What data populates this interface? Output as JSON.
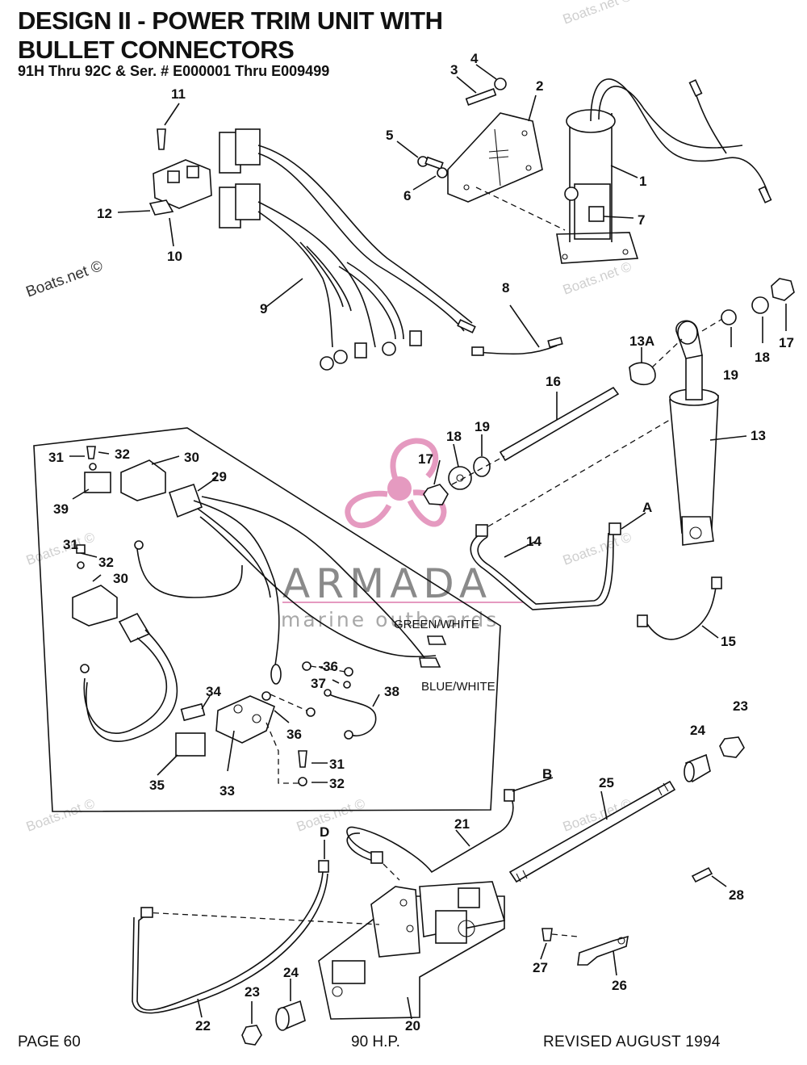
{
  "header": {
    "title_line1": "DESIGN II - POWER TRIM UNIT WITH",
    "title_line2": "BULLET CONNECTORS",
    "subtitle": "91H Thru 92C & Ser. # E000001 Thru E009499"
  },
  "footer": {
    "page": "PAGE 60",
    "hp": "90 H.P.",
    "revised": "REVISED  AUGUST 1994"
  },
  "watermark": {
    "site": "Boats.net ©",
    "brand": "ARMADA",
    "brand_sub": "marine outboards"
  },
  "wire_labels": {
    "green_white": "GREEN/WHITE",
    "blue_white": "BLUE/WHITE"
  },
  "callouts": {
    "c1": "1",
    "c2": "2",
    "c3": "3",
    "c4": "4",
    "c5": "5",
    "c6": "6",
    "c7": "7",
    "c8": "8",
    "c9": "9",
    "c10": "10",
    "c11": "11",
    "c12": "12",
    "c13": "13",
    "c13a": "13A",
    "c14": "14",
    "c15": "15",
    "c16": "16",
    "c17a": "17",
    "c17b": "17",
    "c18a": "18",
    "c18b": "18",
    "c19a": "19",
    "c19b": "19",
    "c20": "20",
    "c21": "21",
    "c22": "22",
    "c23a": "23",
    "c23b": "23",
    "c24a": "24",
    "c24b": "24",
    "c25": "25",
    "c26": "26",
    "c27": "27",
    "c28": "28",
    "c29": "29",
    "c30a": "30",
    "c30b": "30",
    "c31a": "31",
    "c31b": "31",
    "c31c": "31",
    "c32a": "32",
    "c32b": "32",
    "c32c": "32",
    "c33": "33",
    "c34": "34",
    "c35": "35",
    "c36a": "36",
    "c36b": "36",
    "c37": "37",
    "c38": "38",
    "c39": "39",
    "cA": "A",
    "cB": "B",
    "cD": "D"
  }
}
